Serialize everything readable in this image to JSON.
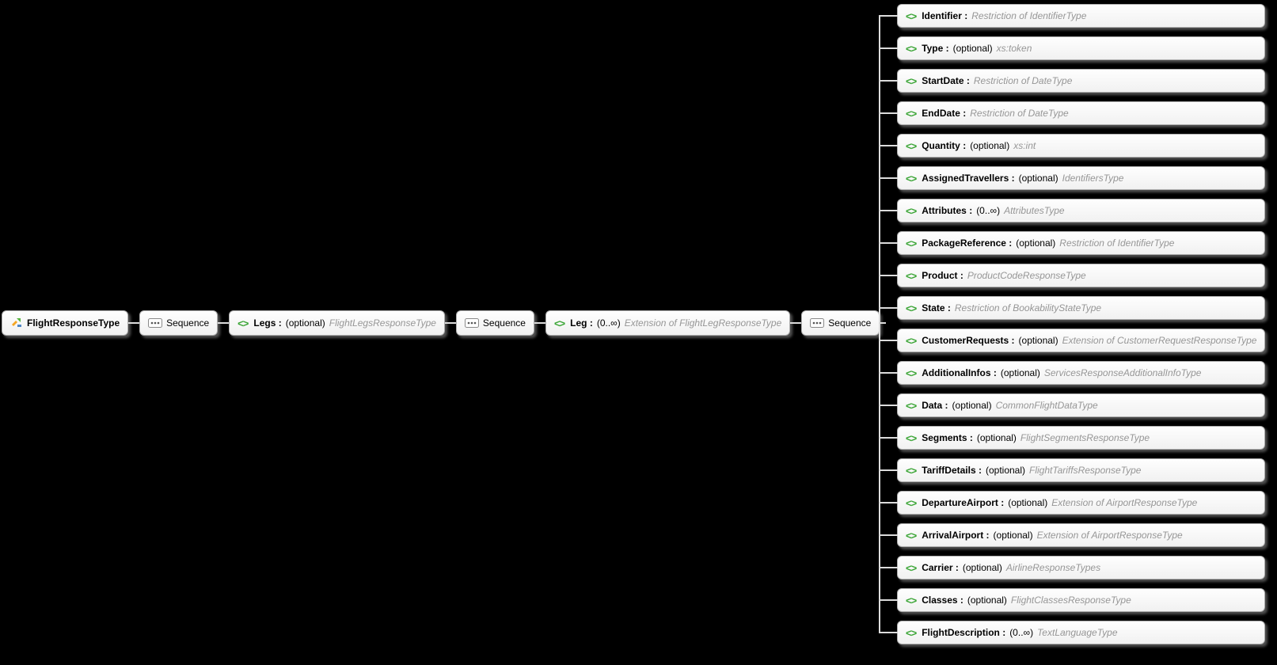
{
  "colors": {
    "background": "#000000",
    "node_fill": "#f7f7f7",
    "connector_line": "#dcdcdc",
    "element_icon_green": "#3aa535",
    "type_text_gray": "#969696"
  },
  "icons": {
    "element": "<>"
  },
  "root": {
    "label": "FlightResponseType"
  },
  "sequence_label": "Sequence",
  "chain": {
    "legs": {
      "name": "Legs :",
      "occurrence": "(optional)",
      "type": "FlightLegsResponseType"
    },
    "leg": {
      "name": "Leg :",
      "occurrence": "(0..∞)",
      "type": "Extension of FlightLegResponseType"
    }
  },
  "children": [
    {
      "name": "Identifier :",
      "occurrence": "",
      "type": "Restriction of IdentifierType"
    },
    {
      "name": "Type :",
      "occurrence": "(optional)",
      "type": "xs:token"
    },
    {
      "name": "StartDate :",
      "occurrence": "",
      "type": "Restriction of DateType"
    },
    {
      "name": "EndDate :",
      "occurrence": "",
      "type": "Restriction of DateType"
    },
    {
      "name": "Quantity :",
      "occurrence": "(optional)",
      "type": "xs:int"
    },
    {
      "name": "AssignedTravellers :",
      "occurrence": "(optional)",
      "type": "IdentifiersType"
    },
    {
      "name": "Attributes :",
      "occurrence": "(0..∞)",
      "type": "AttributesType"
    },
    {
      "name": "PackageReference :",
      "occurrence": "(optional)",
      "type": "Restriction of IdentifierType"
    },
    {
      "name": "Product :",
      "occurrence": "",
      "type": "ProductCodeResponseType"
    },
    {
      "name": "State :",
      "occurrence": "",
      "type": "Restriction of BookabilityStateType"
    },
    {
      "name": "CustomerRequests :",
      "occurrence": "(optional)",
      "type": "Extension of CustomerRequestResponseType"
    },
    {
      "name": "AdditionalInfos :",
      "occurrence": "(optional)",
      "type": "ServicesResponseAdditionalInfoType"
    },
    {
      "name": "Data :",
      "occurrence": "(optional)",
      "type": "CommonFlightDataType"
    },
    {
      "name": "Segments :",
      "occurrence": "(optional)",
      "type": "FlightSegmentsResponseType"
    },
    {
      "name": "TariffDetails :",
      "occurrence": "(optional)",
      "type": "FlightTariffsResponseType"
    },
    {
      "name": "DepartureAirport :",
      "occurrence": "(optional)",
      "type": "Extension of AirportResponseType"
    },
    {
      "name": "ArrivalAirport :",
      "occurrence": "(optional)",
      "type": "Extension of AirportResponseType"
    },
    {
      "name": "Carrier :",
      "occurrence": "(optional)",
      "type": "AirlineResponseTypes"
    },
    {
      "name": "Classes :",
      "occurrence": "(optional)",
      "type": "FlightClassesResponseType"
    },
    {
      "name": "FlightDescription :",
      "occurrence": "(0..∞)",
      "type": "TextLanguageType"
    }
  ]
}
